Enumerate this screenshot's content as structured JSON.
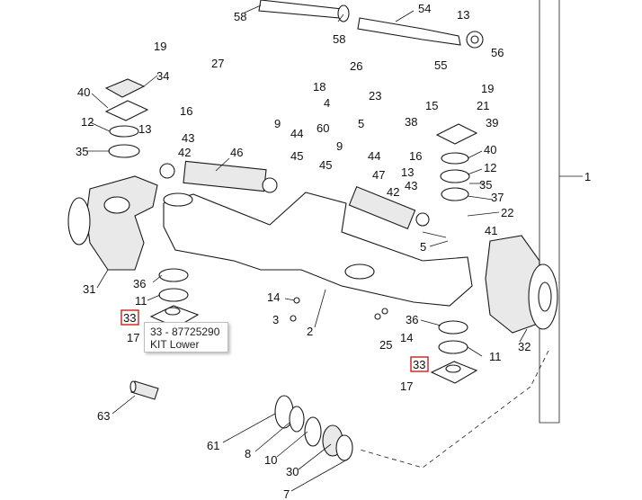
{
  "diagram": {
    "labels": [
      "58",
      "54",
      "13",
      "56",
      "58",
      "19",
      "34",
      "27",
      "26",
      "18",
      "23",
      "55",
      "19",
      "15",
      "21",
      "40",
      "4",
      "5",
      "16",
      "39",
      "12",
      "13",
      "43",
      "9",
      "44",
      "60",
      "38",
      "35",
      "42",
      "46",
      "45",
      "9",
      "44",
      "40",
      "16",
      "45",
      "12",
      "47",
      "13",
      "43",
      "35",
      "42",
      "37",
      "22",
      "41",
      "5",
      "31",
      "36",
      "11",
      "14",
      "3",
      "2",
      "36",
      "33",
      "25",
      "14",
      "32",
      "17",
      "11",
      "33",
      "17",
      "63",
      "61",
      "8",
      "10",
      "30",
      "7",
      "1"
    ],
    "highlight": [
      "33",
      "33"
    ]
  },
  "tooltip": {
    "line1": "33 - 87725290",
    "line2": "KIT Lower"
  }
}
